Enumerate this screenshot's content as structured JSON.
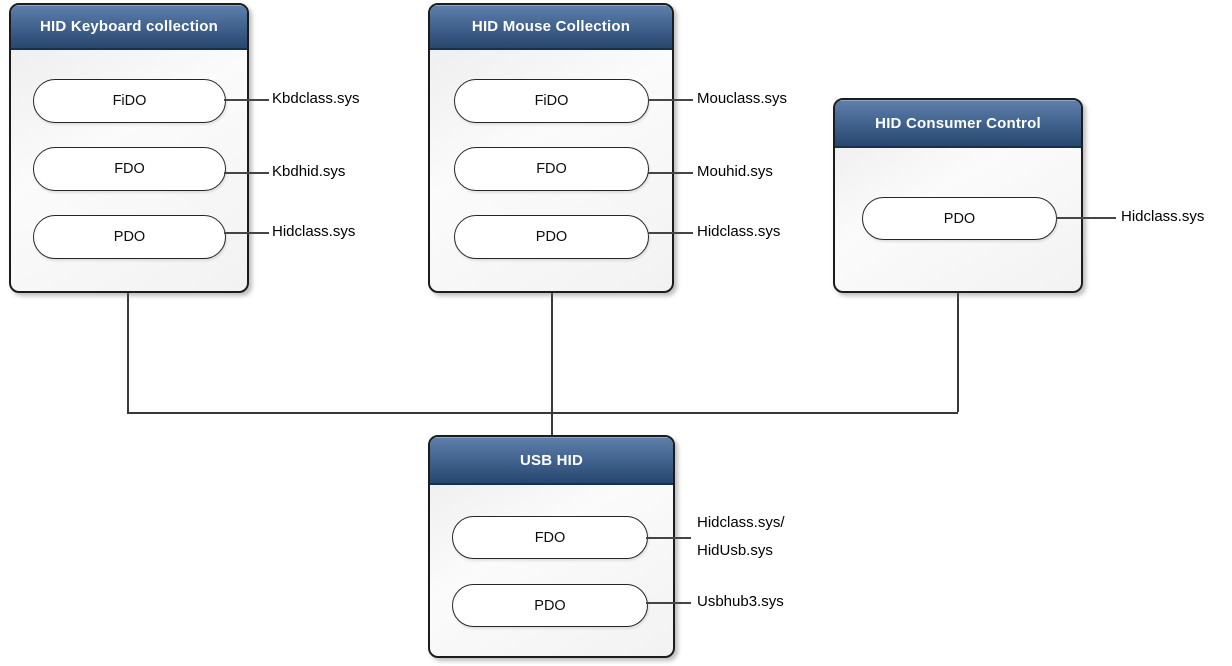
{
  "colors": {
    "header_gradient_top": "#5e80ab",
    "header_gradient_mid": "#41628d",
    "header_gradient_bottom": "#27476f",
    "header_text": "#ffffff",
    "box_border": "#1c1c1c",
    "box_body_fill_light": "#fbfbfb",
    "box_body_fill_dark": "#ebebeb",
    "node_fill": "#ffffff",
    "node_border": "#262626",
    "connector_line": "#404040",
    "label_text": "#000000"
  },
  "boxes": [
    {
      "title": "HID Keyboard collection",
      "nodes": [
        {
          "label": "FiDO",
          "callout": "Kbdclass.sys"
        },
        {
          "label": "FDO",
          "callout": "Kbdhid.sys"
        },
        {
          "label": "PDO",
          "callout": "Hidclass.sys"
        }
      ]
    },
    {
      "title": "HID Mouse Collection",
      "nodes": [
        {
          "label": "FiDO",
          "callout": "Mouclass.sys"
        },
        {
          "label": "FDO",
          "callout": "Mouhid.sys"
        },
        {
          "label": "PDO",
          "callout": "Hidclass.sys"
        }
      ]
    },
    {
      "title": "HID Consumer Control",
      "nodes": [
        {
          "label": "PDO",
          "callout": "Hidclass.sys"
        }
      ]
    },
    {
      "title": "USB HID",
      "nodes": [
        {
          "label": "FDO",
          "callout": "Hidclass.sys/",
          "callout_line2": "HidUsb.sys"
        },
        {
          "label": "PDO",
          "callout": "Usbhub3.sys"
        }
      ]
    }
  ]
}
